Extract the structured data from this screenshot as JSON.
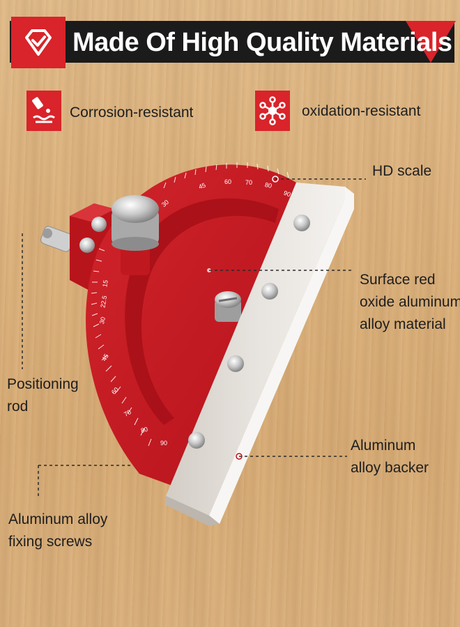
{
  "banner": {
    "title": "Made Of High Quality Materials",
    "logo_icon": "diamond-check-icon",
    "colors": {
      "accent": "#d8242a",
      "bar": "#1b1b1b"
    }
  },
  "features": [
    {
      "icon": "corrosion-drop-icon",
      "label": "Corrosion-resistant"
    },
    {
      "icon": "molecule-icon",
      "label": "oxidation-resistant"
    }
  ],
  "callouts": {
    "hd_scale": "HD scale",
    "surface": [
      "Surface red",
      "oxide aluminum",
      "alloy material"
    ],
    "positioning_rod": [
      "Positioning",
      "rod"
    ],
    "backer": [
      "Aluminum",
      "alloy backer"
    ],
    "screws": [
      "Aluminum alloy",
      "fixing screws"
    ]
  },
  "scale": {
    "top_ticks": [
      "30",
      "45",
      "60",
      "70",
      "80",
      "90"
    ],
    "side_ticks": [
      "15",
      "22.5",
      "30",
      "45",
      "60",
      "70",
      "80",
      "90"
    ]
  }
}
